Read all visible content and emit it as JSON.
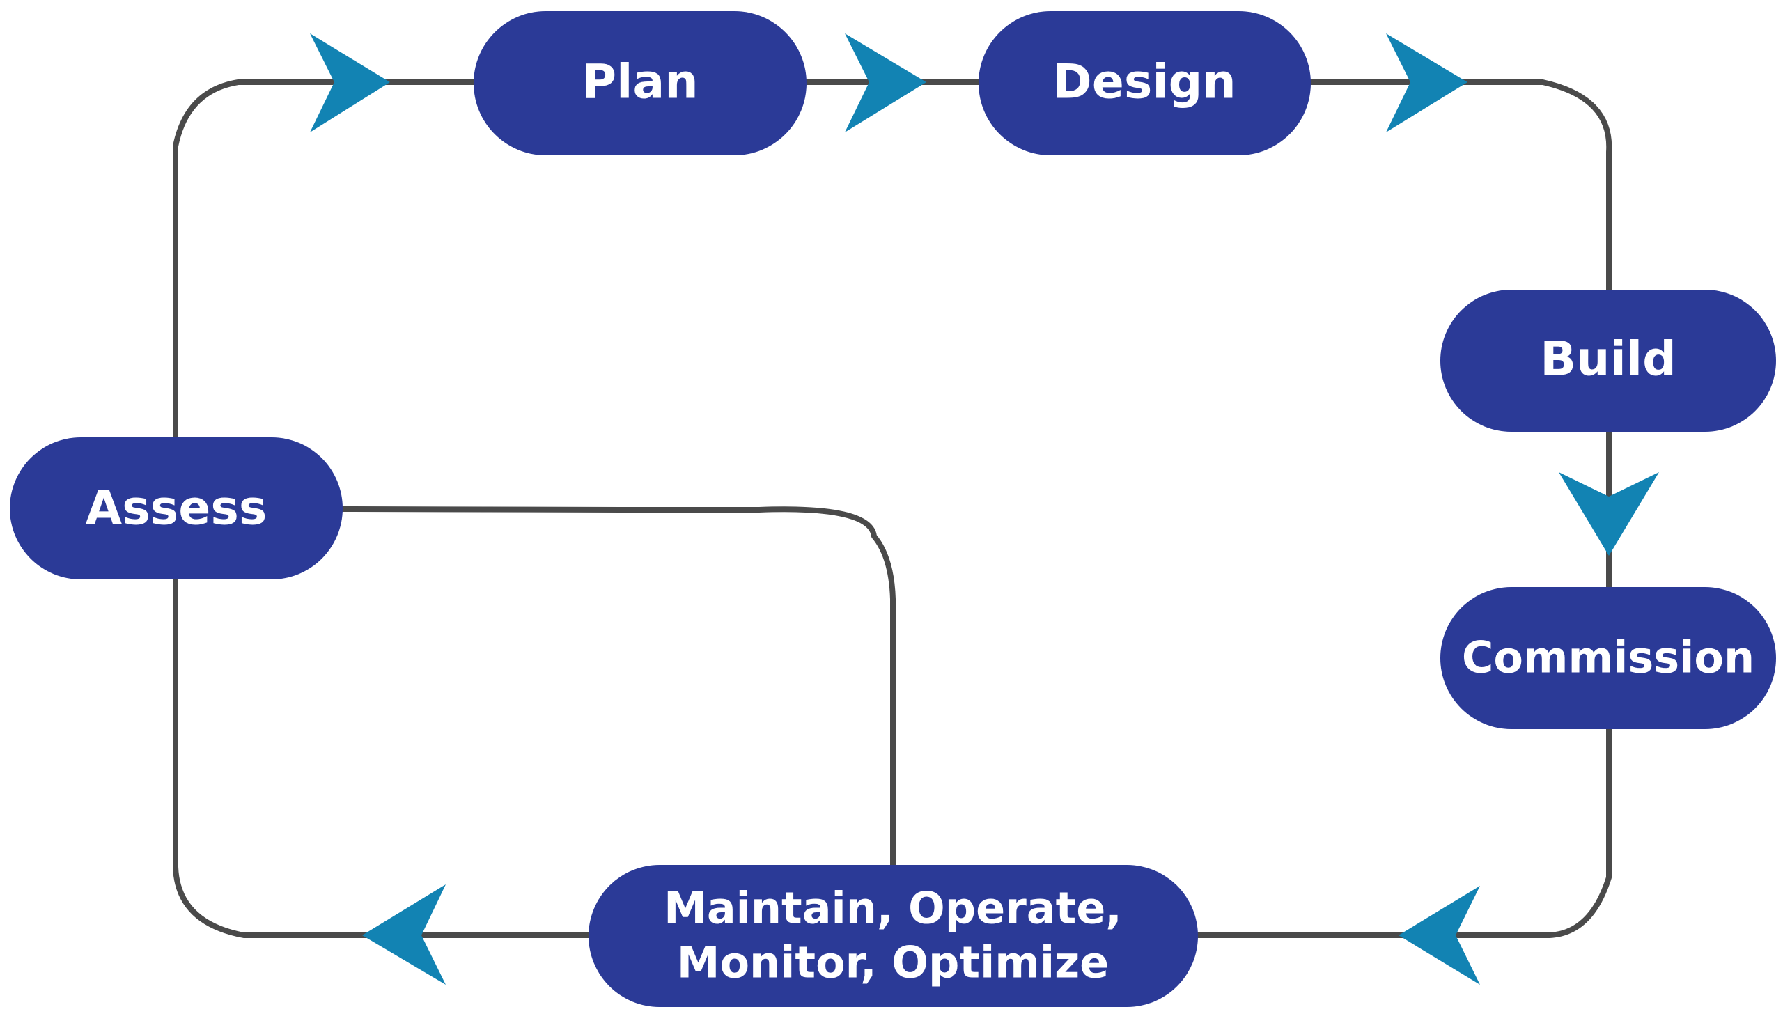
{
  "diagram": {
    "type": "cycle",
    "colors": {
      "stage_fill": "#2b3a97",
      "stage_text": "#ffffff",
      "arrow": "#1283b3",
      "connector": "#4a4a4a"
    },
    "stages": [
      {
        "id": "plan",
        "label": "Plan"
      },
      {
        "id": "design",
        "label": "Design"
      },
      {
        "id": "build",
        "label": "Build"
      },
      {
        "id": "commission",
        "label": "Commission"
      },
      {
        "id": "maintain",
        "label_line1": "Maintain, Operate,",
        "label_line2": "Monitor, Optimize"
      },
      {
        "id": "assess",
        "label": "Assess"
      }
    ],
    "flow": [
      "assess-to-plan",
      "plan-to-design",
      "design-to-build",
      "build-to-commission",
      "commission-to-maintain",
      "maintain-to-assess",
      "assess-to-maintain"
    ],
    "arrow_icons": [
      "arrow-right-icon",
      "arrow-right-icon",
      "arrow-right-icon",
      "arrow-down-icon",
      "arrow-left-icon",
      "arrow-left-icon"
    ]
  }
}
